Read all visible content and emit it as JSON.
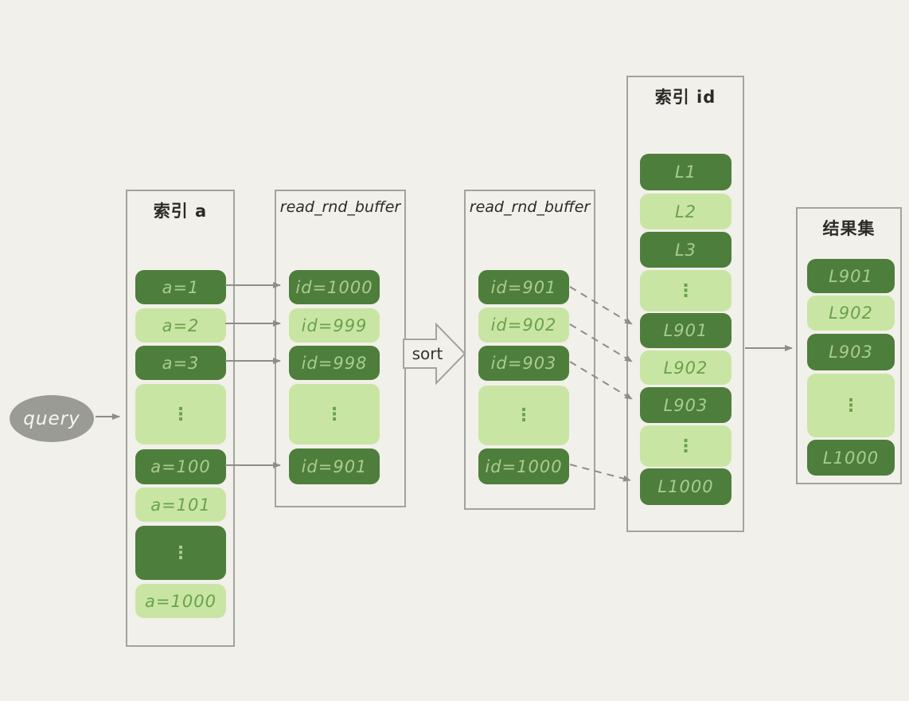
{
  "palette": {
    "background": "#f2f0ea",
    "box_border": "#a3a39d",
    "cell_dark": "#4e7e3c",
    "cell_light": "#c9e5a4",
    "text_on_dark": "#a8cd8c",
    "text_on_light": "#69a24a",
    "title_text": "#2a2a28",
    "arrow": "#8e8e89",
    "query_fill": "#9b9b96",
    "query_text": "#f7f6f2"
  },
  "query": {
    "label": "query"
  },
  "sort": {
    "label": "sort"
  },
  "columns": {
    "index_a": {
      "title": "索引 a",
      "cells": [
        "a=1",
        "a=2",
        "a=3",
        "⋮",
        "a=100",
        "a=101",
        "⋮",
        "a=1000"
      ]
    },
    "buffer1": {
      "title": "read_rnd_buffer",
      "cells": [
        "id=1000",
        "id=999",
        "id=998",
        "⋮",
        "id=901"
      ]
    },
    "buffer2": {
      "title": "read_rnd_buffer",
      "cells": [
        "id=901",
        "id=902",
        "id=903",
        "⋮",
        "id=1000"
      ]
    },
    "index_id": {
      "title": "索引 id",
      "cells": [
        "L1",
        "L2",
        "L3",
        "⋮",
        "L901",
        "L902",
        "L903",
        "⋮",
        "L1000"
      ]
    },
    "result": {
      "title": "结果集",
      "cells": [
        "L901",
        "L902",
        "L903",
        "⋮",
        "L1000"
      ]
    }
  }
}
